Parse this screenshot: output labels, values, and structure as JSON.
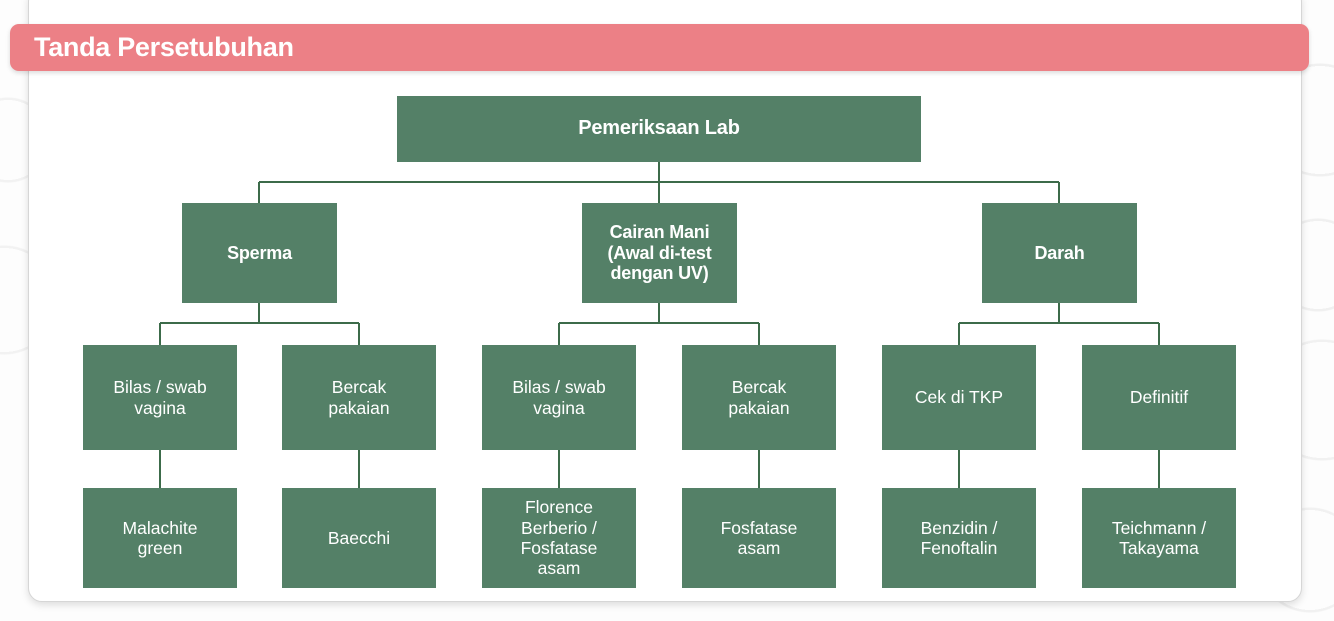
{
  "slide": {
    "title": "Tanda Persetubuhan",
    "title_bar_color": "#ec8086",
    "node_color": "#548067",
    "edge_color": "#3c6b4a",
    "card_background": "#ffffff"
  },
  "diagram": {
    "type": "tree",
    "root": {
      "label": "Pemeriksaan Lab"
    },
    "branches": [
      {
        "label": "Sperma",
        "children": [
          {
            "label": "Bilas / swab\nvagina",
            "children": [
              {
                "label": "Malachite\ngreen"
              }
            ]
          },
          {
            "label": "Bercak\npakaian",
            "children": [
              {
                "label": "Baecchi"
              }
            ]
          }
        ]
      },
      {
        "label": "Cairan Mani\n(Awal di-test\ndengan UV)",
        "children": [
          {
            "label": "Bilas / swab\nvagina",
            "children": [
              {
                "label": "Florence\nBerberio /\nFosfatase\nasam"
              }
            ]
          },
          {
            "label": "Bercak\npakaian",
            "children": [
              {
                "label": "Fosfatase\nasam"
              }
            ]
          }
        ]
      },
      {
        "label": "Darah",
        "children": [
          {
            "label": "Cek di TKP",
            "children": [
              {
                "label": "Benzidin /\nFenoftalin"
              }
            ]
          },
          {
            "label": "Definitif",
            "children": [
              {
                "label": "Teichmann /\nTakayama"
              }
            ]
          }
        ]
      }
    ],
    "nodes_flat": [
      {
        "id": "root",
        "label": "Pemeriksaan Lab"
      },
      {
        "id": "b1",
        "label": "Sperma"
      },
      {
        "id": "b2",
        "label": "Cairan Mani\n(Awal di-test\ndengan UV)"
      },
      {
        "id": "b3",
        "label": "Darah"
      },
      {
        "id": "c11",
        "label": "Bilas / swab\nvagina"
      },
      {
        "id": "c12",
        "label": "Bercak\npakaian"
      },
      {
        "id": "c21",
        "label": "Bilas / swab\nvagina"
      },
      {
        "id": "c22",
        "label": "Bercak\npakaian"
      },
      {
        "id": "c31",
        "label": "Cek di TKP"
      },
      {
        "id": "c32",
        "label": "Definitif"
      },
      {
        "id": "l11",
        "label": "Malachite\ngreen"
      },
      {
        "id": "l12",
        "label": "Baecchi"
      },
      {
        "id": "l21",
        "label": "Florence\nBerberio /\nFosfatase\nasam"
      },
      {
        "id": "l22",
        "label": "Fosfatase\nasam"
      },
      {
        "id": "l31",
        "label": "Benzidin /\nFenoftalin"
      },
      {
        "id": "l32",
        "label": "Teichmann /\nTakayama"
      }
    ]
  }
}
